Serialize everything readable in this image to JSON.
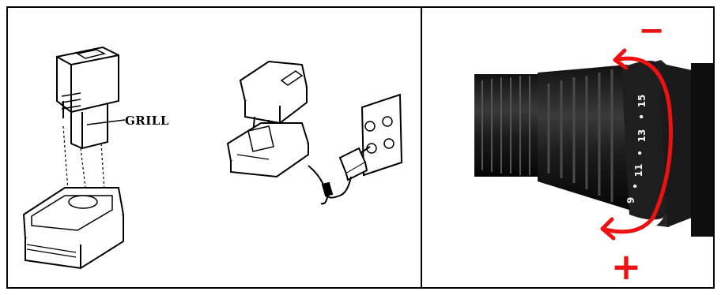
{
  "left_panel": {
    "grill_label": "GRILL"
  },
  "right_panel": {
    "minus_sign": "−",
    "plus_sign": "+",
    "dial_numbers": [
      "15",
      "13",
      "11",
      "9"
    ],
    "dial_dots": [
      "•",
      "•",
      "•"
    ],
    "arrow_color": "#ee1111"
  }
}
